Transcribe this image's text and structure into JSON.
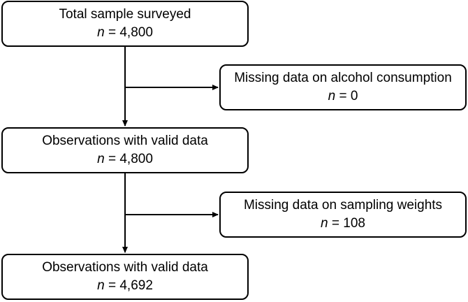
{
  "flowchart": {
    "boxes": [
      {
        "id": "total",
        "label": "Total sample surveyed",
        "n_symbol": "n",
        "n_value": "= 4,800"
      },
      {
        "id": "missing_alcohol",
        "label": "Missing data on alcohol consumption",
        "n_symbol": "n",
        "n_value": "= 0"
      },
      {
        "id": "valid_1",
        "label": "Observations with valid data",
        "n_symbol": "n",
        "n_value": "= 4,800"
      },
      {
        "id": "missing_weights",
        "label": "Missing data on sampling weights",
        "n_symbol": "n",
        "n_value": "= 108"
      },
      {
        "id": "valid_2",
        "label": "Observations with valid data",
        "n_symbol": "n",
        "n_value": "= 4,692"
      }
    ]
  }
}
